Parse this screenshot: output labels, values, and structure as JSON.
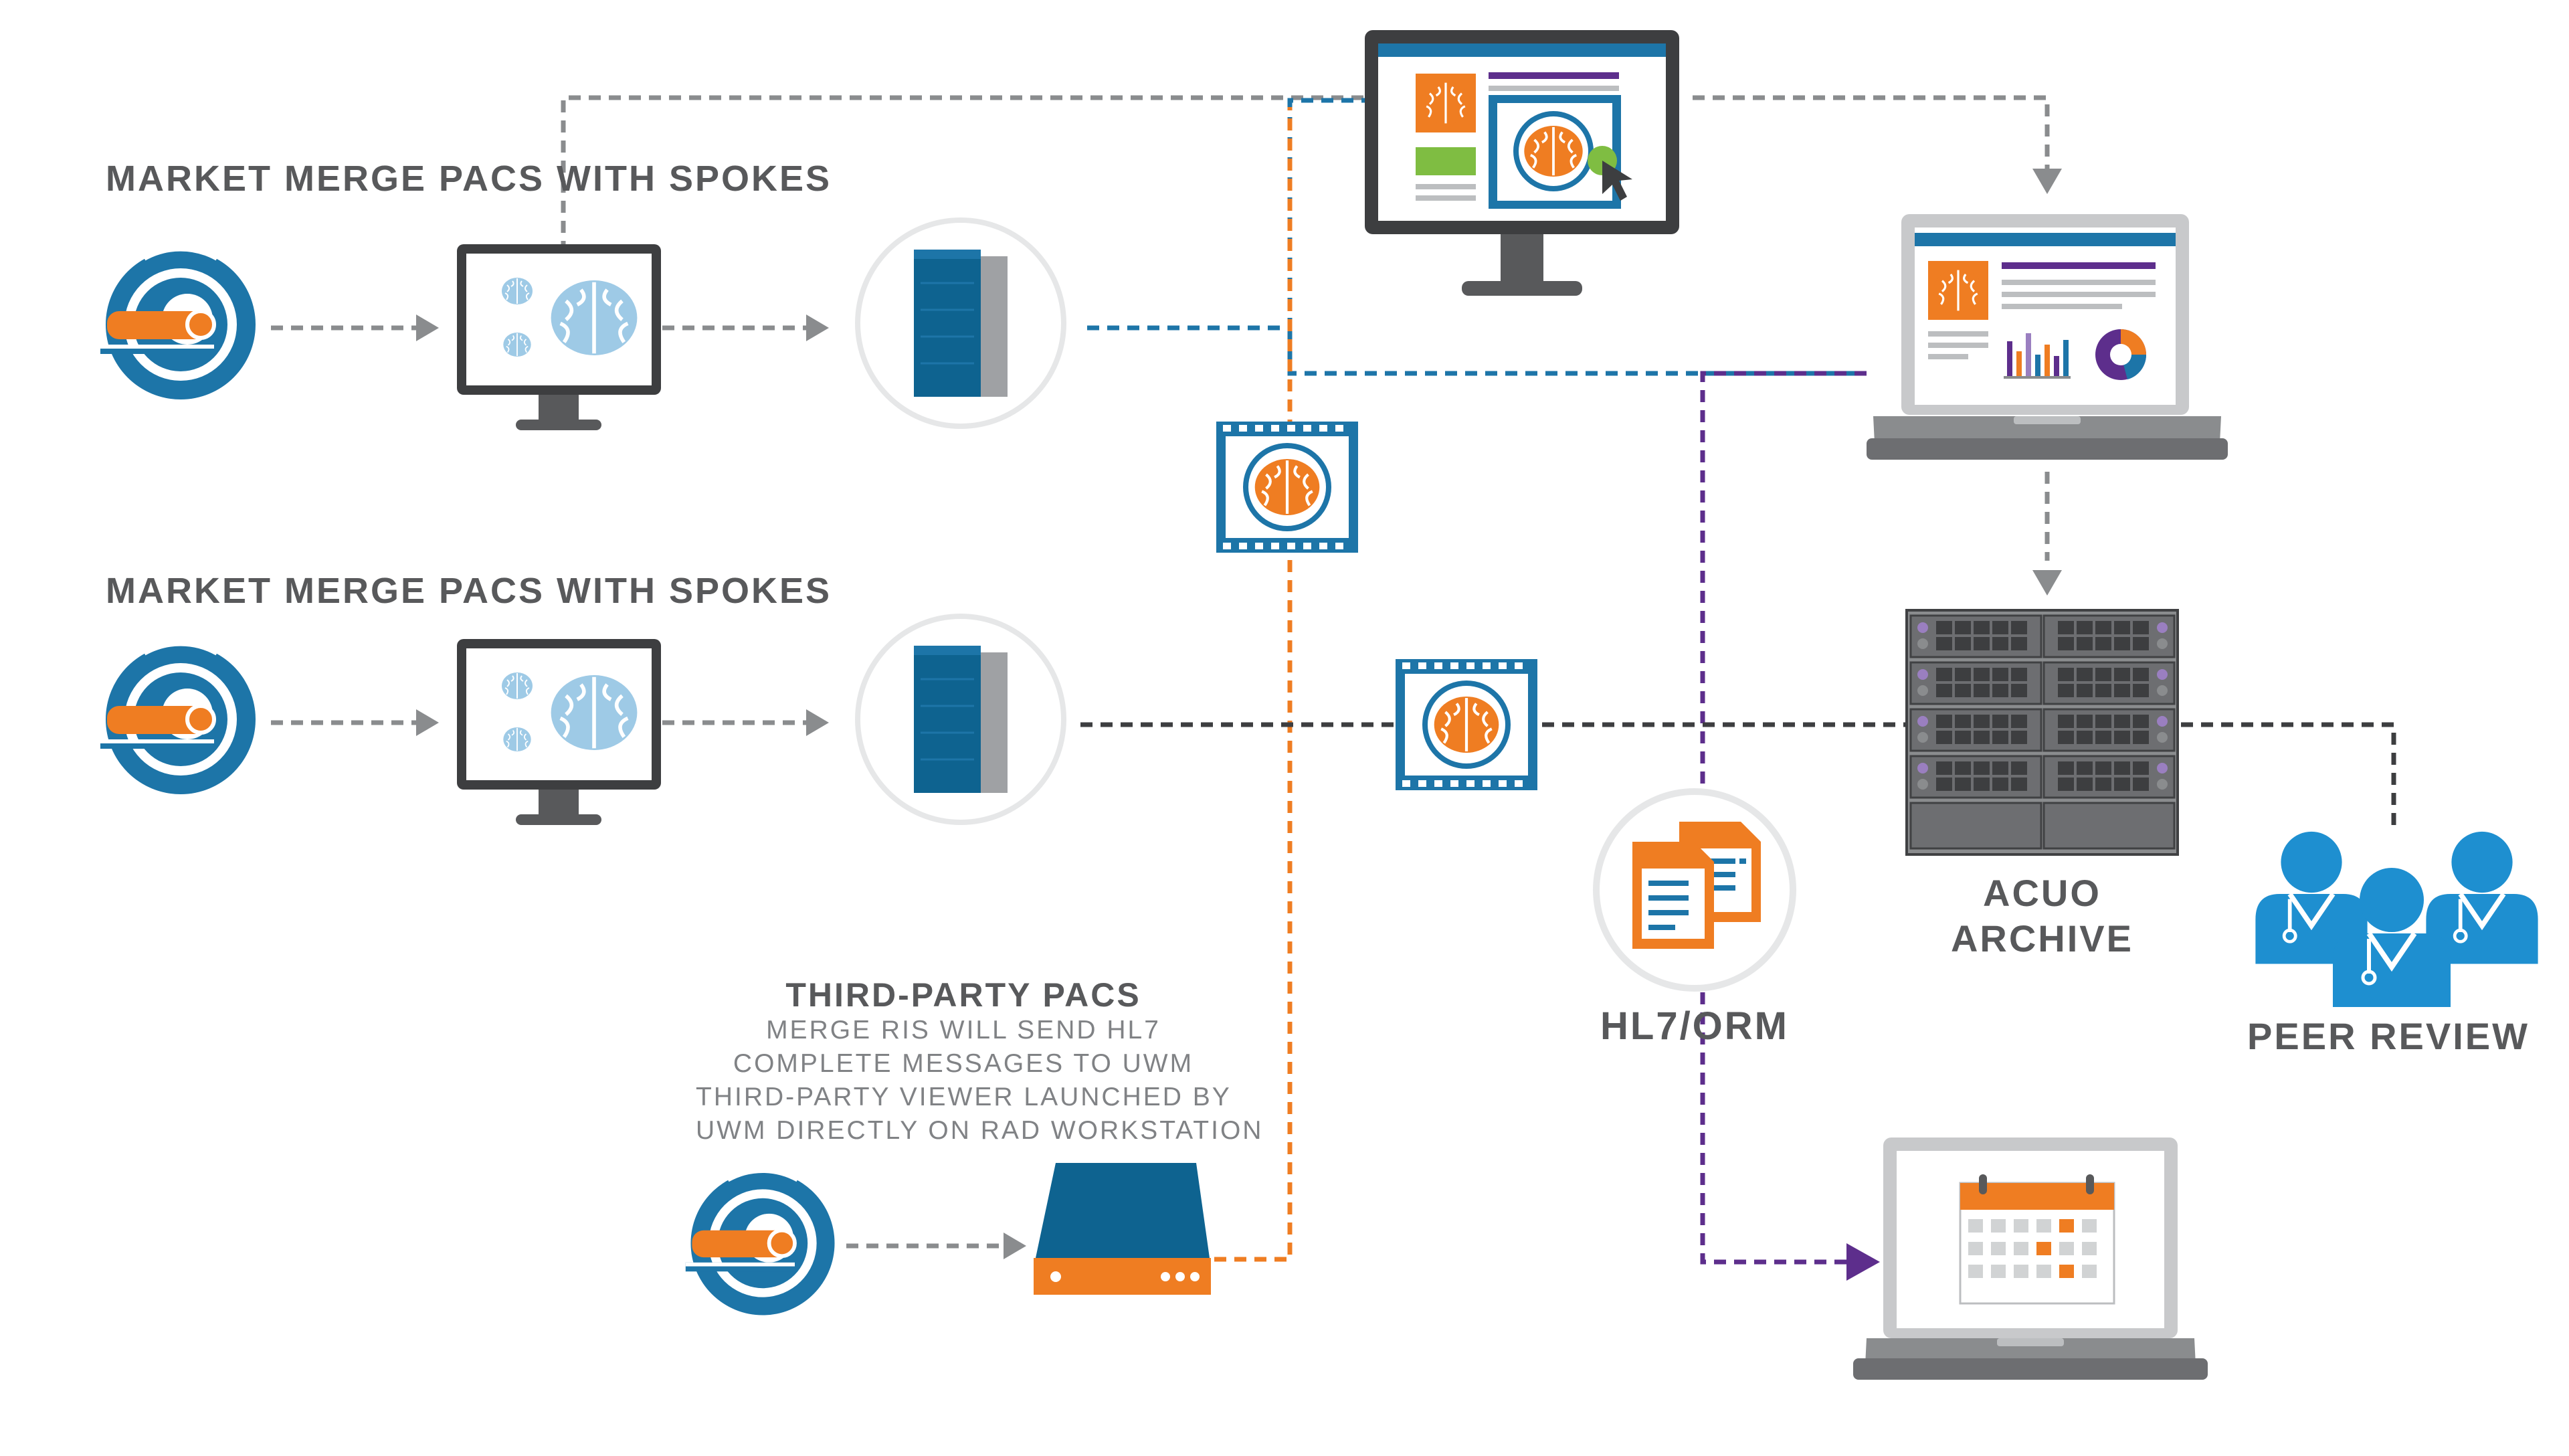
{
  "labels": {
    "group_a": "MARKET MERGE PACS WITH SPOKES",
    "group_b": "MARKET MERGE PACS WITH SPOKES",
    "third_party_title": "THIRD-PARTY PACS",
    "third_party_notes": [
      "MERGE RIS WILL SEND HL7",
      "COMPLETE MESSAGES TO UWM",
      "THIRD-PARTY VIEWER LAUNCHED BY",
      "UWM DIRECTLY ON RAD WORKSTATION"
    ],
    "hl7": "HL7/ORM",
    "archive_line1": "ACUO",
    "archive_line2": "ARCHIVE",
    "peer_review": "PEER REVIEW"
  },
  "icons": [
    "mri-scanner-icon",
    "brain-monitor-icon",
    "pacs-server-icon",
    "viewer-monitor-icon",
    "analytics-laptop-icon",
    "brain-image-film-icon",
    "storage-rack-icon",
    "hl7-documents-icon",
    "peer-group-icon",
    "schedule-laptop-icon",
    "network-appliance-icon",
    "arrow-icon"
  ],
  "colors": {
    "blue": "#1d75a8",
    "dark_blue": "#0e6390",
    "orange": "#ef7d22",
    "purple": "#5d2e8c",
    "gray": "#8a8c8e",
    "dark_gray": "#58595b",
    "green": "#7fbd42",
    "light_blue": "#9ecae6",
    "peer_blue": "#1e8fd0"
  }
}
